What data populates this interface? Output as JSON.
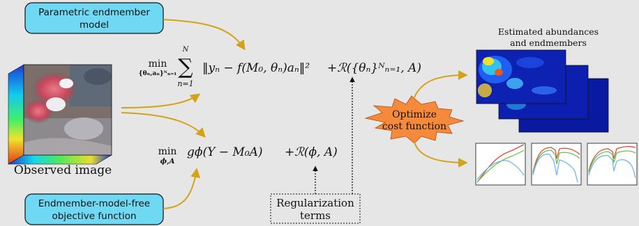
{
  "input_boxes": {
    "parametric": {
      "line1": "Parametric endmember",
      "line2": "model"
    },
    "model_free": {
      "line1": "Endmember-model-free",
      "line2": "objective function"
    }
  },
  "observed_image": {
    "caption": "Observed image"
  },
  "equations": {
    "top": {
      "operator": "min",
      "subscript": "{θₙ,aₙ}ᴺₙ₌₁",
      "sum_top": "N",
      "sum_bottom": "n=1",
      "body": "‖yₙ − f(M₀, θₙ)aₙ‖²",
      "regularizer": "+ℛ({θₙ}ᴺₙ₌₁, A)"
    },
    "bottom": {
      "operator": "min",
      "subscript": "ϕ,A",
      "body": "gϕ(Y − M₀A)",
      "regularizer": "+ℛ(ϕ, A)"
    }
  },
  "regularization_box": {
    "line1": "Regularization",
    "line2": "terms"
  },
  "optimizer": {
    "line1": "Optimize",
    "line2": "cost function"
  },
  "outputs": {
    "line1": "Estimated abundances",
    "line2": "and endmembers"
  },
  "colors": {
    "background": "#e6e6e6",
    "input_box_fill": "#6fd8f3",
    "arrow": "#d4a216",
    "starburst": "#f58a3a",
    "abundance_bg": "#0a1aa0",
    "series_red": "#d84b3c",
    "series_green": "#6fbf44",
    "series_blue": "#6fb8ec"
  },
  "icons": [
    "observed-image-cube",
    "abundance-map-stack",
    "endmember-spectra-plots",
    "starburst-shape"
  ]
}
